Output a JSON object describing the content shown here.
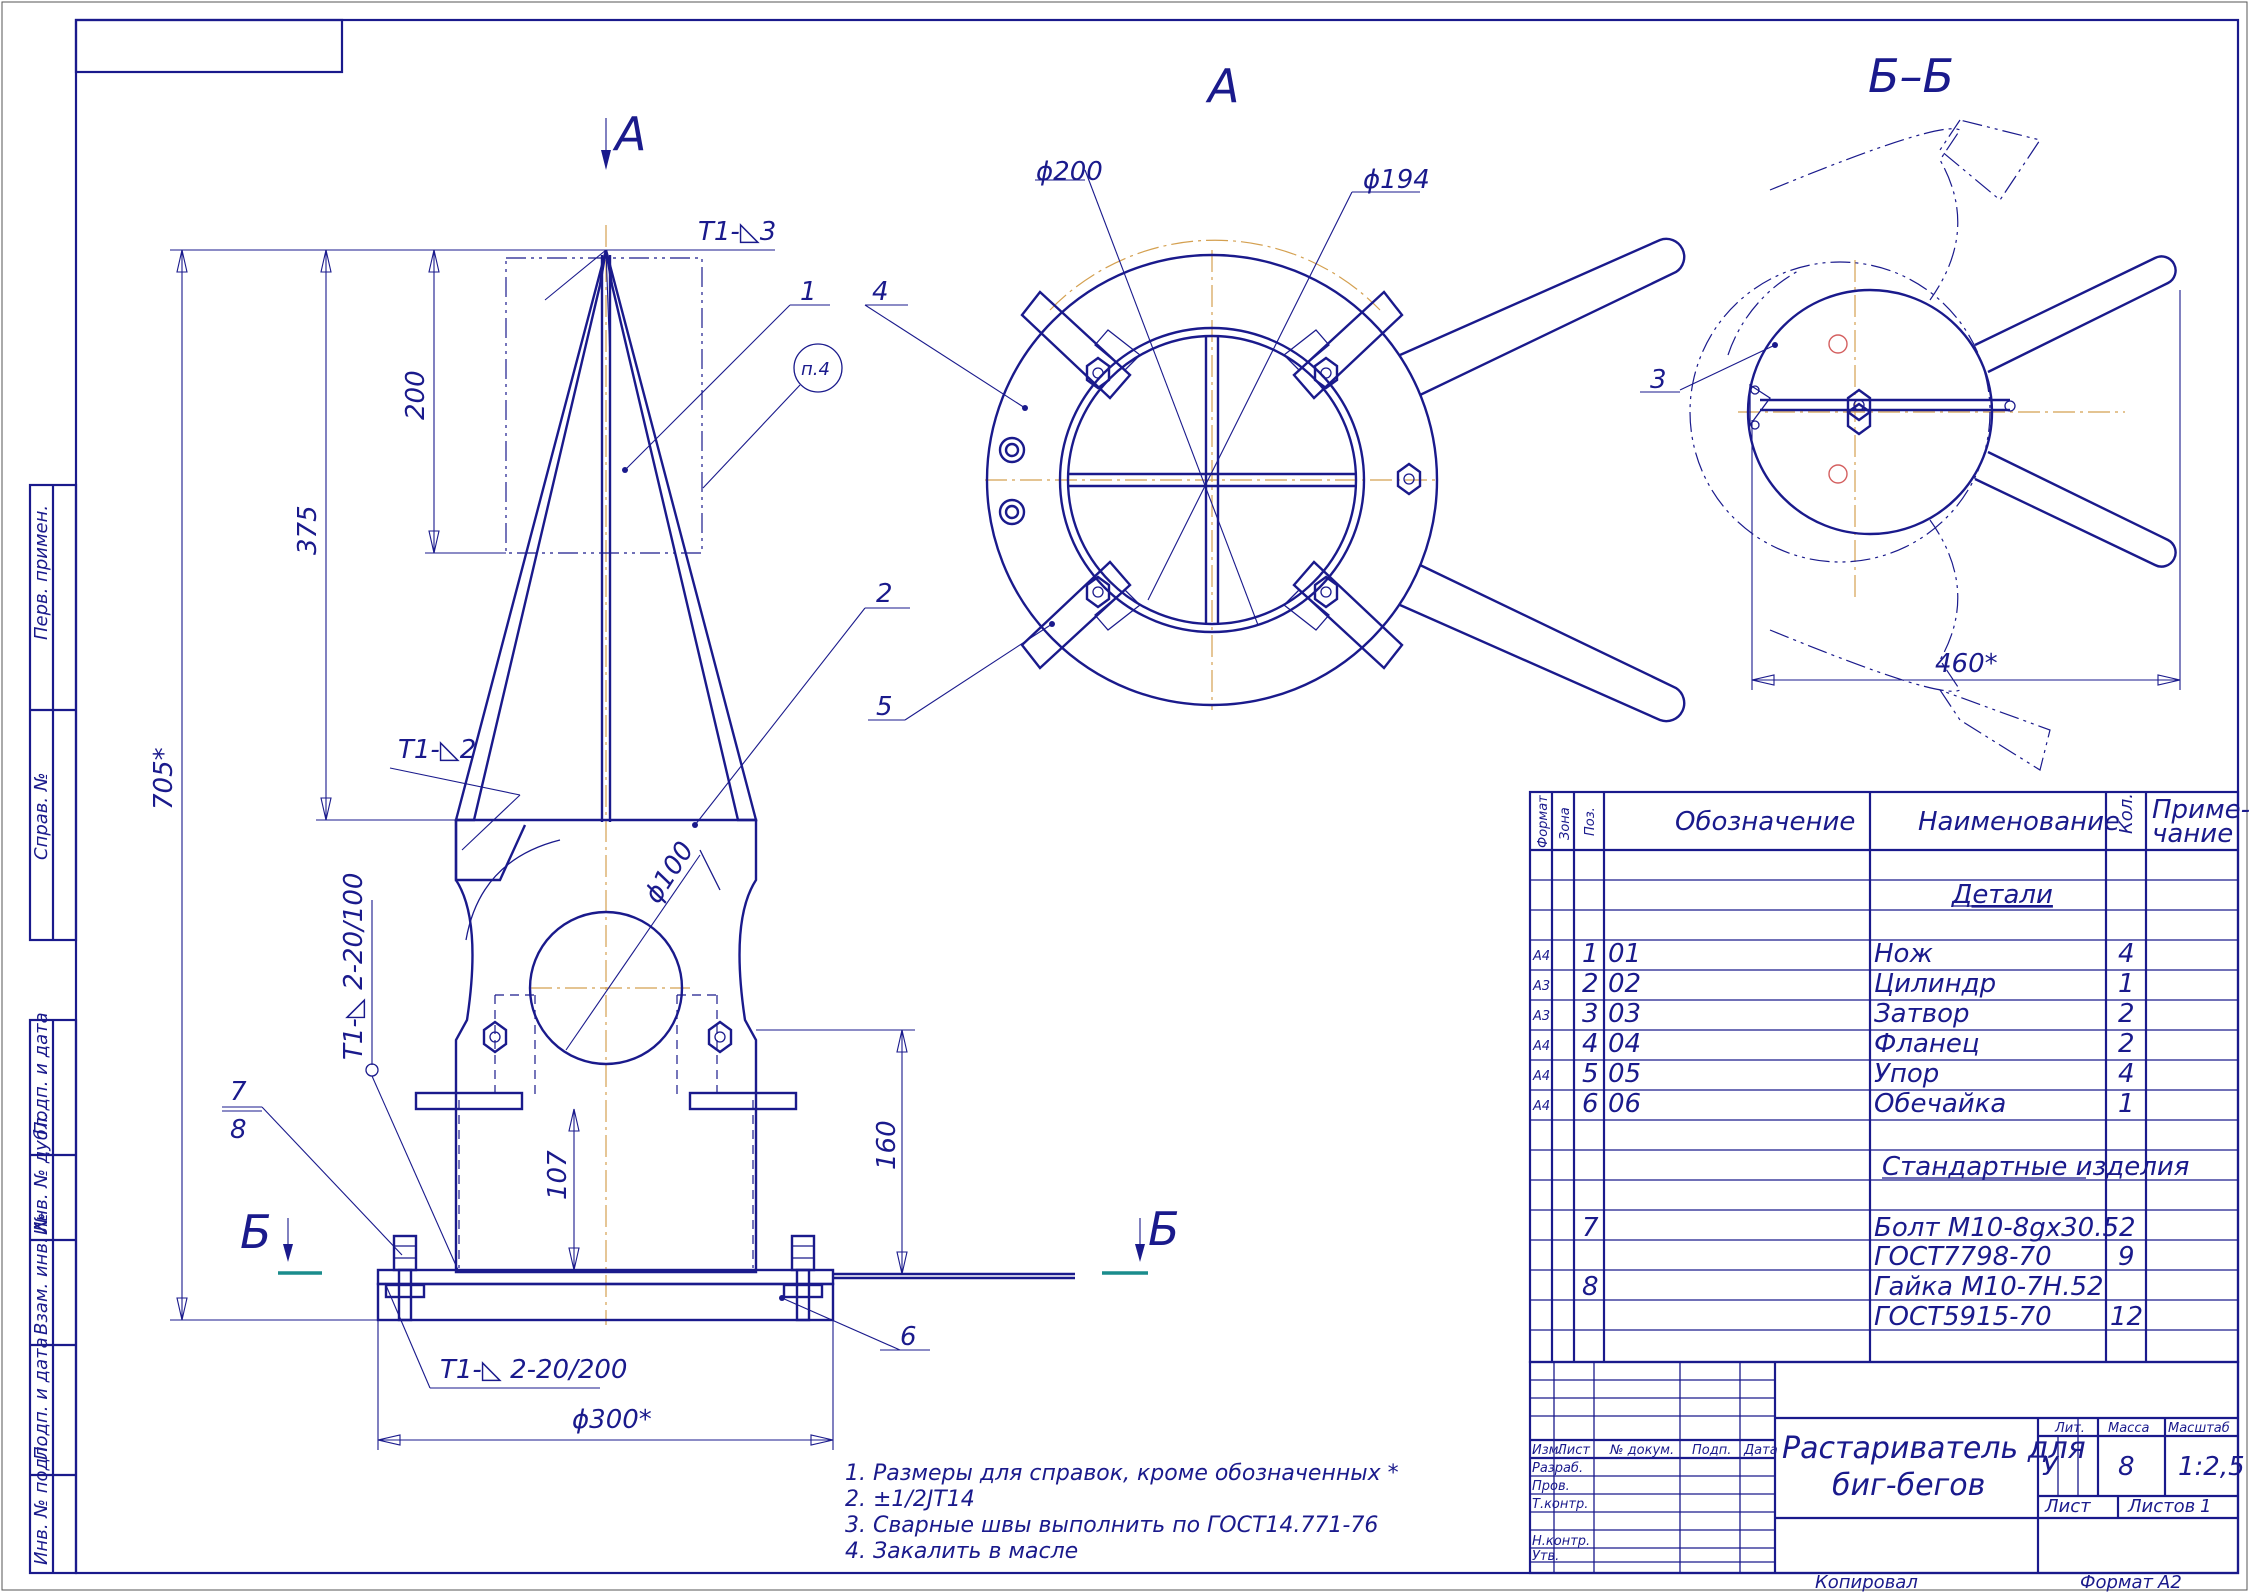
{
  "views": {
    "view_a_arrow": "А",
    "view_a_title": "А",
    "section_title": "Б–Б",
    "section_left": "Б",
    "section_right": "Б"
  },
  "callouts": {
    "c1": "1",
    "c2": "2",
    "c3": "3",
    "c4": "4",
    "c5": "5",
    "c6": "6",
    "c7": "7",
    "c8": "8",
    "note_ref": "п.4"
  },
  "welds": {
    "w_top": "Т1-◺3",
    "w_mid": "Т1-◺2",
    "w_vertical": "Т1-◺ 2-20/100",
    "w_bottom": "Т1-◺ 2-20/200"
  },
  "dimensions": {
    "d705": "705*",
    "d375": "375",
    "d200": "200",
    "d160": "160",
    "d107": "107",
    "d100": "ϕ100",
    "d300": "ϕ300*",
    "d200b": "ϕ200",
    "d194": "ϕ194",
    "d460": "460*"
  },
  "notes": [
    "1. Размеры для справок, кроме обозначенных *",
    "2. ±1/2JT14",
    "3. Сварные швы выполнить по ГОСТ14.771-76",
    "4. Закалить в масле"
  ],
  "left_strip": [
    "Перв. примен.",
    "Справ. №",
    "Подп. и дата",
    "Инв. № дубл.",
    "Взам. инв. №",
    "Подп. и дата",
    "Инв. № подл."
  ],
  "spec": {
    "headers": {
      "format": "Формат",
      "zone": "Зона",
      "pos": "Поз.",
      "designation": "Обозначение",
      "name": "Наименование",
      "qty": "Кол.",
      "note1": "Приме-",
      "note2": "чание"
    },
    "section_details": "Детали",
    "section_standard": "Стандартные изделия",
    "rows": [
      {
        "fmt": "А4",
        "pos": "1",
        "code": "01",
        "name": "Нож",
        "qty": "4"
      },
      {
        "fmt": "А3",
        "pos": "2",
        "code": "02",
        "name": "Цилиндр",
        "qty": "1"
      },
      {
        "fmt": "А3",
        "pos": "3",
        "code": "03",
        "name": "Затвор",
        "qty": "2"
      },
      {
        "fmt": "А4",
        "pos": "4",
        "code": "04",
        "name": "Фланец",
        "qty": "2"
      },
      {
        "fmt": "А4",
        "pos": "5",
        "code": "05",
        "name": "Упор",
        "qty": "4"
      },
      {
        "fmt": "А4",
        "pos": "6",
        "code": "06",
        "name": "Обечайка",
        "qty": "1"
      }
    ],
    "standard_rows": [
      {
        "pos": "7",
        "name1": "Болт М10-8gх30.52",
        "name2": "ГОСТ7798-70",
        "qty": "9"
      },
      {
        "pos": "8",
        "name1": "Гайка М10-7Н.52",
        "name2": "ГОСТ5915-70",
        "qty": "12"
      }
    ]
  },
  "title_block": {
    "izm": "Изм.",
    "list": "Лист",
    "doc": "№ докум.",
    "sign": "Подп.",
    "date": "Дата",
    "razrab": "Разраб.",
    "prov": "Пров.",
    "tkontr": "Т.контр.",
    "nkontr": "Н.контр.",
    "utv": "Утв.",
    "title1": "Растариватель для",
    "title2": "биг-бегов",
    "lit": "Лит.",
    "mass": "Масса",
    "scale": "Масштаб",
    "lit_val": "У",
    "mass_val": "8",
    "scale_val": "1:2,5",
    "sheet": "Лист",
    "sheets": "Листов",
    "sheets_val": "1",
    "copied": "Копировал",
    "format": "Формат",
    "format_val": "А2"
  }
}
